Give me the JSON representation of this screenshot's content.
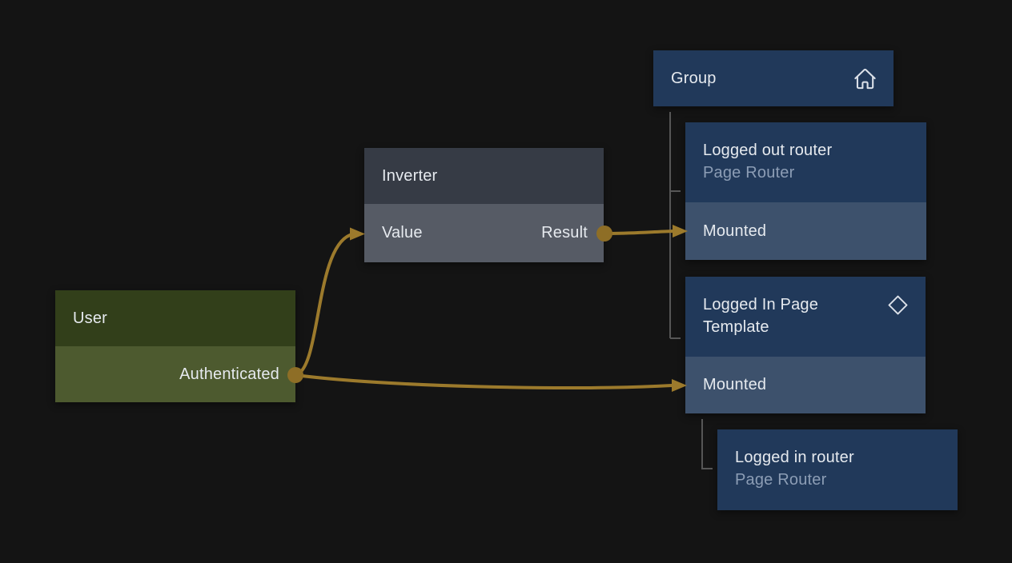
{
  "palette": {
    "canvas_bg": "#141414",
    "wire": "#9C7A2C",
    "port": "#8E6E26",
    "tree_line": "#565656",
    "title_text": "#E6EAEF",
    "subtitle_text": "#8C9DB5",
    "icon_color": "#DCE1E9",
    "user_header_bg": "#323F1A",
    "user_row_bg": "#4D5A2F",
    "inverter_header_bg": "#363B45",
    "inverter_row_bg": "#565B65",
    "blue_header_bg": "#21395A",
    "blue_row_bg": "#3D516C"
  },
  "nodes": {
    "user": {
      "title": "User",
      "ports": {
        "output": "Authenticated"
      }
    },
    "inverter": {
      "title": "Inverter",
      "ports": {
        "input": "Value",
        "output": "Result"
      }
    },
    "group": {
      "title": "Group",
      "icon": "home-icon"
    },
    "logged_out_router": {
      "title": "Logged out router",
      "subtitle": "Page Router",
      "ports": {
        "input": "Mounted"
      }
    },
    "logged_in_page_template": {
      "title": "Logged In Page Template",
      "icon": "diamond-icon",
      "ports": {
        "input": "Mounted"
      }
    },
    "logged_in_router": {
      "title": "Logged in router",
      "subtitle": "Page Router"
    }
  },
  "edges": [
    {
      "from": "User.Authenticated",
      "to": "Inverter.Value"
    },
    {
      "from": "User.Authenticated",
      "to": "Logged In Page Template.Mounted"
    },
    {
      "from": "Inverter.Result",
      "to": "Logged out router.Mounted"
    }
  ],
  "hierarchy": [
    {
      "parent": "Group",
      "children": [
        "Logged out router",
        "Logged In Page Template"
      ]
    },
    {
      "parent": "Logged In Page Template.Mounted",
      "children": [
        "Logged in router"
      ]
    }
  ]
}
